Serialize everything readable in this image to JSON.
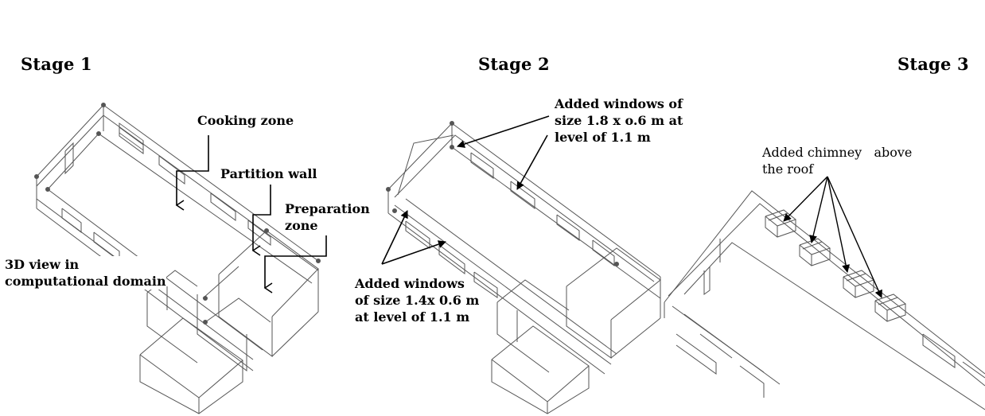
{
  "stages": [
    {
      "title": "Stage 1",
      "labels": {
        "cooking_zone": "Cooking zone",
        "partition_wall": "Partition wall",
        "preparation_zone": [
          "Preparation",
          "zone"
        ],
        "view_3d": [
          "3D view in",
          "computational domain"
        ]
      }
    },
    {
      "title": "Stage 2",
      "labels": {
        "windows_top": [
          "Added windows of",
          "size 1.8 x o.6 m at",
          "level of 1.1 m"
        ],
        "windows_bottom": [
          "Added windows",
          "of size 1.4x 0.6 m",
          "at level of 1.1 m"
        ]
      }
    },
    {
      "title": "Stage  3",
      "labels": {
        "chimney": [
          "Added chimney   above",
          "the roof"
        ]
      }
    }
  ],
  "colors": {
    "line": "#555555",
    "arrow": "#000000",
    "text": "#000000",
    "background": "#ffffff"
  }
}
